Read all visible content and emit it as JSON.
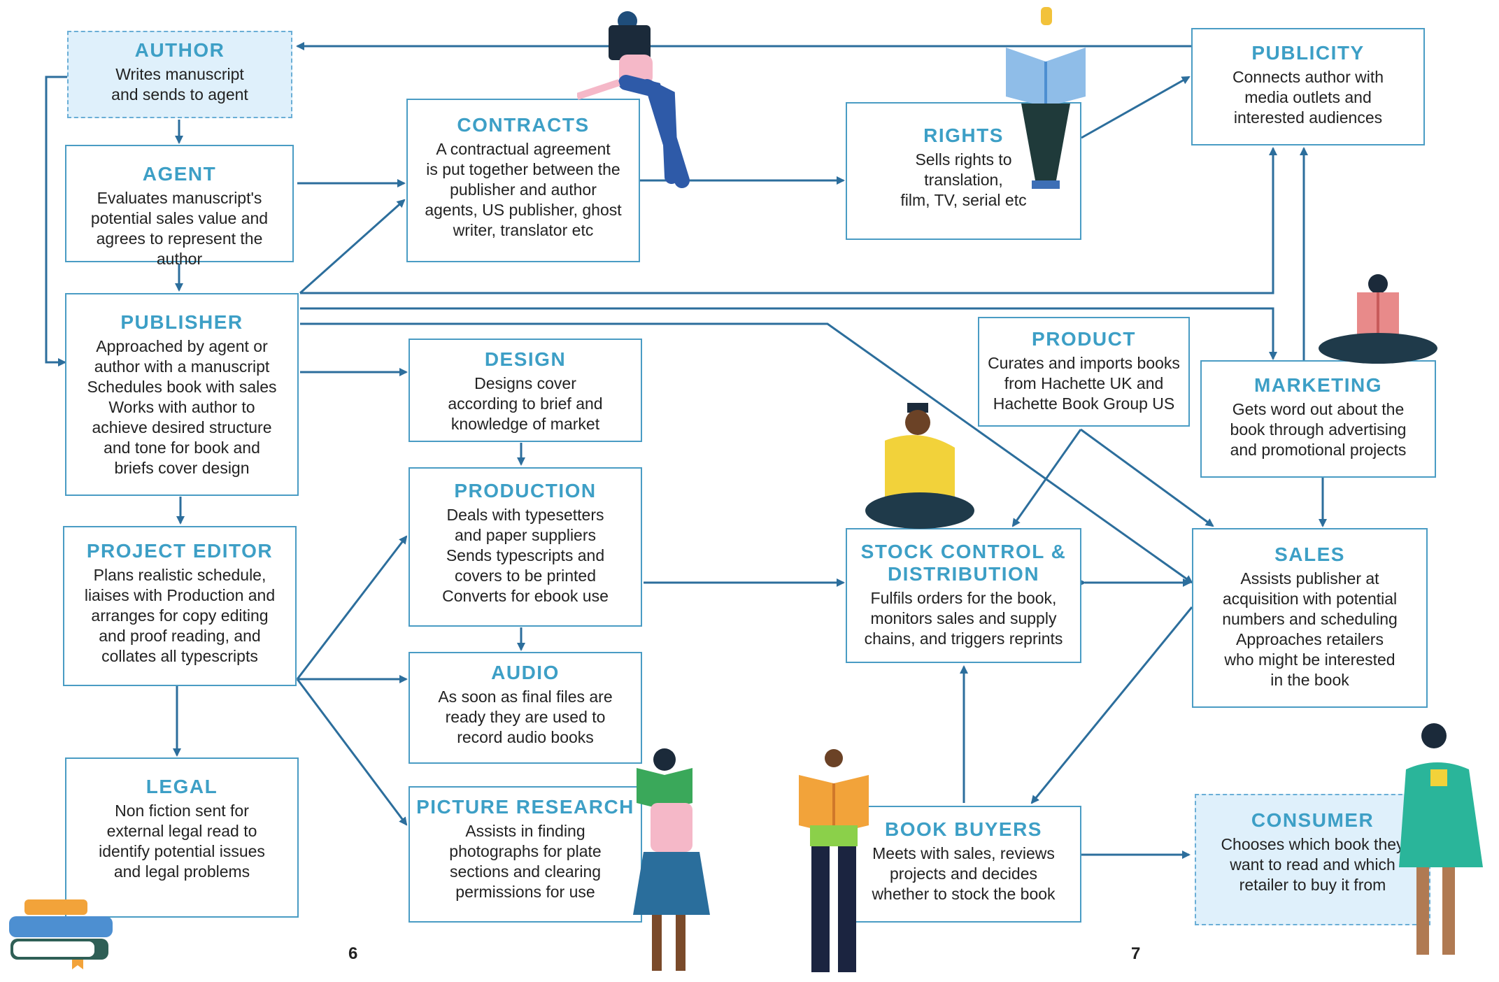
{
  "colors": {
    "box_border": "#4a9cc4",
    "title": "#3d9fc6",
    "arrow": "#2c6e9c",
    "highlight_fill": "#dff0fb"
  },
  "boxes": {
    "author": {
      "title": "AUTHOR",
      "desc": "Writes manuscript\nand sends to agent"
    },
    "agent": {
      "title": "AGENT",
      "desc": "Evaluates manuscript's\npotential sales value and\nagrees to represent the author"
    },
    "publisher": {
      "title": "PUBLISHER",
      "desc": "Approached by agent or\nauthor with a manuscript\nSchedules book with sales\nWorks with author to\nachieve desired structure\nand tone for book and\nbriefs cover design"
    },
    "project_editor": {
      "title": "PROJECT EDITOR",
      "desc": "Plans realistic schedule,\nliaises with Production and\narranges for copy editing\nand proof reading, and\ncollates all typescripts"
    },
    "legal": {
      "title": "LEGAL",
      "desc": "Non fiction sent for\nexternal legal read to\nidentify potential issues\nand legal problems"
    },
    "contracts": {
      "title": "CONTRACTS",
      "desc": "A contractual agreement\nis put together between the\npublisher and author\nagents, US publisher, ghost\nwriter, translator etc"
    },
    "design": {
      "title": "DESIGN",
      "desc": "Designs cover\naccording to brief and\nknowledge of market"
    },
    "production": {
      "title": "PRODUCTION",
      "desc": "Deals with typesetters\nand paper suppliers\nSends typescripts and\ncovers to be printed\nConverts for ebook use"
    },
    "audio": {
      "title": "AUDIO",
      "desc": "As soon as final files are\nready they are used to\nrecord audio books"
    },
    "picture_research": {
      "title": "PICTURE RESEARCH",
      "desc": "Assists in finding\nphotographs for plate\nsections and clearing\npermissions for use"
    },
    "rights": {
      "title": "RIGHTS",
      "desc": "Sells rights to\ntranslation,\nfilm, TV, serial etc"
    },
    "publicity": {
      "title": "PUBLICITY",
      "desc": "Connects author with\nmedia outlets and\ninterested audiences"
    },
    "product": {
      "title": "PRODUCT",
      "desc": "Curates and imports books\nfrom Hachette UK and\nHachette Book Group US"
    },
    "marketing": {
      "title": "MARKETING",
      "desc": "Gets word out about the\nbook through advertising\nand promotional projects"
    },
    "stock_control": {
      "title": "STOCK CONTROL &\nDISTRIBUTION",
      "desc": "Fulfils orders for the book,\nmonitors sales and supply\nchains, and triggers reprints"
    },
    "sales": {
      "title": "SALES",
      "desc": "Assists publisher at\nacquisition with potential\nnumbers and scheduling\nApproaches retailers\nwho might be interested\nin the book"
    },
    "book_buyers": {
      "title": "BOOK BUYERS",
      "desc": "Meets with sales, reviews\nprojects and decides\nwhether to stock the book"
    },
    "consumer": {
      "title": "CONSUMER",
      "desc": "Chooses which book they\nwant to read and which\nretailer to buy it from"
    }
  },
  "page_numbers": {
    "left": "6",
    "right": "7"
  }
}
